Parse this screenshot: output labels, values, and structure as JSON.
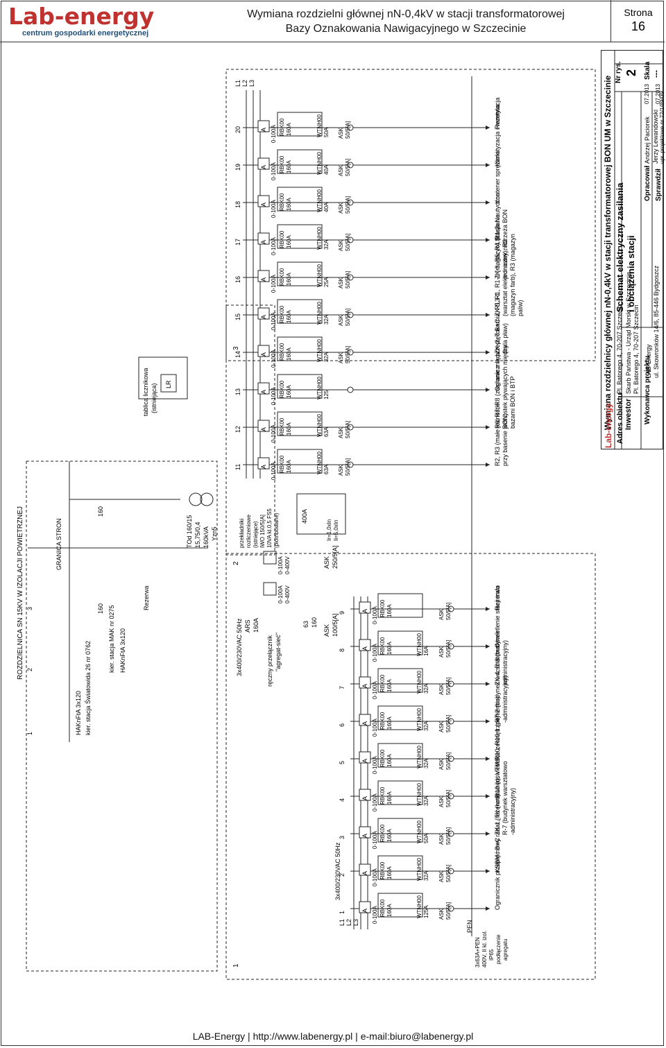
{
  "header": {
    "logo_main": "Lab-energy",
    "logo_sub": "centrum gospodarki energetycznej",
    "title_line1": "Wymiana rozdzielni głównej nN-0,4kV w stacji transformatorowej",
    "title_line2": "Bazy Oznakowania Nawigacyjnego w Szczecinie",
    "page_label": "Strona",
    "page_number": "16"
  },
  "footer": {
    "text": "LAB-Energy | http://www.labenergy.pl | e-mail:biuro@labenergy.pl"
  },
  "diagram": {
    "sn_title": "ROZDZIELNICA SN 15KV W IZOLACJI POWIETRZNEJ",
    "sn_fields": [
      "1",
      "2",
      "3"
    ],
    "sn_cable1": "HAKnFtA 3x120",
    "sn_cable1_dir": "kier. stacja Światowida 26 nr 0762",
    "sn_cable2": "HAKnFtA 3x120",
    "sn_cable2_dir": "kier. stacja MAK nr 0275",
    "sn_reserve": "Rezerwa",
    "granica": "GRANICA STRON",
    "fuse_160a": "160",
    "fuse_160b": "160",
    "transformer": [
      "TOd 160/15",
      "15,75/0,4",
      "160kVA",
      "Yzn5"
    ],
    "meter_board": [
      "tablica licznikowa",
      "(istniejąca)"
    ],
    "lr": "LR",
    "ct_text": [
      "przekładniki",
      "rozliczeniowe",
      "(istniejące)",
      "IWO 150/5[A]",
      "10VA kl.0,5 FS5",
      "(plombowane)"
    ],
    "breaker_400": "400A",
    "breaker_settings": [
      "Ir=1,0xIn",
      "Ii=5,0xIn"
    ],
    "ask_250": [
      "ASK",
      "250/5[A]"
    ],
    "ars": [
      "ARS",
      "160A"
    ],
    "manual_switch": [
      "ręczny przełącznik",
      "\"agregat-sieć\""
    ],
    "supply_left": "3x400/230VAC 50Hz",
    "supply_right": "3x400/230VAC 50Hz",
    "fuse_63": [
      "63",
      "160"
    ],
    "ask_100": [
      "ASK",
      "100/5[A]"
    ],
    "voltmeter": [
      "0-100A",
      "0-400V"
    ],
    "voltmeter2": [
      "0-100A",
      "0-400V"
    ],
    "sections": [
      "1",
      "2",
      "3"
    ],
    "bus_labels": [
      "L1",
      "L2",
      "L3"
    ],
    "pen": "PEN",
    "generator": [
      "3x63A+PEN",
      "400V, II kl. izol.",
      "IP65",
      "podłączenie",
      "agregatu"
    ],
    "circuits_s1": [
      {
        "num": "1",
        "rbk": [
          "RBK00",
          "160A"
        ],
        "wt": [
          "WTNH00",
          "125A"
        ],
        "ask": [
          "ASK",
          "50/5[A]"
        ],
        "load": [
          "Ogranicznik przepięć B+C"
        ]
      },
      {
        "num": "2",
        "rbk": [
          "RBK00",
          "160A"
        ],
        "wt": [
          "WTNH00",
          "32A"
        ],
        "ask": [
          "ASK",
          "50/5[A]"
        ],
        "load": [
          "KSBM nowy radar (rezerwa)"
        ]
      },
      {
        "num": "3",
        "rbk": [
          "RBK00",
          "160A"
        ],
        "wt": [
          "WTNH00",
          "50A"
        ],
        "ask": [
          "ASK",
          "50/5[A]"
        ],
        "load": [
          "ZK-1, TK (kotłownia), VTMS,",
          "R-7 (budynek warsztatowo",
          "-administracyjny)"
        ]
      },
      {
        "num": "4",
        "rbk": [
          "RBK00",
          "160A"
        ],
        "wt": [
          "WTNH00",
          "32A"
        ],
        "ask": [
          "ASK",
          "50/5[A]"
        ],
        "load": [
          "R10 (oświetlenie zewnętrzne)"
        ]
      },
      {
        "num": "5",
        "rbk": [
          "RBK00",
          "160A"
        ],
        "wt": [
          "WTNH00",
          "32A"
        ],
        "ask": [
          "ASK",
          "50/5[A]"
        ],
        "load": [
          "R10, R10-1 (portiernia)"
        ]
      },
      {
        "num": "6",
        "rbk": [
          "RBK00",
          "160A"
        ],
        "wt": [
          "WTNH00",
          "32A"
        ],
        "ask": [
          "ASK",
          "50/5[A]"
        ],
        "load": [
          "R7-2 (budynek warsztatowo",
          "-administracyjny)"
        ]
      },
      {
        "num": "7",
        "rbk": [
          "RBK00",
          "160A"
        ],
        "wt": [
          "WTNH00",
          "32A"
        ],
        "ask": [
          "ASK",
          "50/5[A]"
        ],
        "load": [
          "ZK-4, R-8 (budynek",
          "administracyjny)"
        ]
      },
      {
        "num": "8",
        "rbk": [
          "RBK00",
          "160A"
        ],
        "wt": [
          "WTNH00",
          "16A"
        ],
        "ask": [
          "ASK",
          "50/5[A]"
        ],
        "load": [
          "Oświetlenie stacji trafo"
        ]
      },
      {
        "num": "9",
        "rbk": [
          "RBK00",
          "160A"
        ],
        "wt": [
          "",
          ""
        ],
        "ask": [
          "ASK",
          "50/5[A]"
        ],
        "load": [
          "Rezerwa"
        ]
      }
    ],
    "circuits_s3": [
      {
        "num": "11",
        "rbk": [
          "RBK00",
          "160A"
        ],
        "wt": [
          "WTNH00",
          "63A"
        ],
        "ask": [
          "ASK",
          "50/5[A]"
        ],
        "load": [
          "R2, R3 (małe jednostki",
          "przy basenie BON)"
        ]
      },
      {
        "num": "12",
        "rbk": [
          "RBK00",
          "160A"
        ],
        "wt": [
          "WTNH00",
          "63A"
        ],
        "ask": [
          "ASK",
          "50/5[A]"
        ],
        "load": [
          "R6, R7, R8 (zasilanie z lądu",
          "jednostek pływających między",
          "bazami BON i BTP"
        ]
      },
      {
        "num": "13",
        "rbk": [
          "RBK00",
          "160A"
        ],
        "wt": [
          "WTNH00",
          "125"
        ],
        "ask": [
          "",
          ""
        ],
        "load": [
          "Ogranicznik przepięć B+C"
        ]
      },
      {
        "num": "14",
        "rbk": [
          "RBK00",
          "160A"
        ],
        "wt": [
          "WTNH00",
          "32A"
        ],
        "ask": [
          "ASK",
          "50/5[A]"
        ],
        "load": [
          "ZK-2, Tokarnia, R13-1",
          "(hala pław)"
        ]
      },
      {
        "num": "15",
        "rbk": [
          "RBK00",
          "160A"
        ],
        "wt": [
          "WTNH00",
          "32A"
        ],
        "ask": [
          "ASK",
          "50/5[A]"
        ],
        "load": [
          "ZK-5, R1, R1-1 (magazyn), R1-2",
          "(warsztat elektroniczny), R2",
          "(magazyn farb), R3 (magazyn",
          "paliw)"
        ]
      },
      {
        "num": "16",
        "rbk": [
          "RBK00",
          "160A"
        ],
        "wt": [
          "WTNH00",
          "25A"
        ],
        "ask": [
          "ASK",
          "50/5[A]"
        ],
        "load": [
          "ZK-3, R5, R4 (zasilanie",
          "jednostek nabrzeża BON"
        ]
      },
      {
        "num": "17",
        "rbk": [
          "RBK00",
          "160A"
        ],
        "wt": [
          "WTNH00",
          "32A"
        ],
        "ask": [
          "ASK",
          "50/5[A]"
        ],
        "load": [
          "Stacja Nautyczna"
        ]
      },
      {
        "num": "18",
        "rbk": [
          "RBK00",
          "160A"
        ],
        "wt": [
          "WTNH00",
          "40A"
        ],
        "ask": [
          "ASK",
          "50/5[A]"
        ],
        "load": [
          "Kontener sprężarki"
        ]
      },
      {
        "num": "19",
        "rbk": [
          "RBK00",
          "160A"
        ],
        "wt": [
          "WTNH00",
          "40A"
        ],
        "ask": [
          "ASK",
          "50/5[A]"
        ],
        "load": [
          "Klimatyzacja i wentylacja"
        ]
      },
      {
        "num": "20",
        "rbk": [
          "RBK00",
          "160A"
        ],
        "wt": [
          "WTNH00",
          "50A"
        ],
        "ask": [
          "ASK",
          "50/5[A]"
        ],
        "load": [
          "Rezerwa"
        ]
      }
    ],
    "ammeter_range": "0-100A",
    "ammeter_symbol": "A"
  },
  "titleblock": {
    "project": "Wymiana rozdzielnicy głównej nN-0,4kV w stacji transformatorowej BON UM w Szczecinie",
    "address_label": "Adres obiektu",
    "address": "Pl. Batorego 4, 70-207 Szczecin",
    "investor_label": "Inwestor",
    "investor1": "Skarb Państwa - Urząd Morski w Szczecinie",
    "investor2": "Pl. Batorego 4, 70-207 Szczecin",
    "contractor_label": "Wykonawca projektu",
    "contractor1": "LAB-Energy",
    "contractor2": "ul. Skowronków 14/6, 85-446 Bydgoszcz",
    "drawing_title1": "Schemat elektryczny zasilania",
    "drawing_title2": "i obciążenia stacji",
    "drawing_no_label": "Nr rys.",
    "drawing_no": "2",
    "scale_label": "Skala",
    "scale": "---",
    "prepared_label": "Opracował",
    "prepared": "Andrzej Paciorek",
    "checked_label": "Sprawdził",
    "checked": "Jerzy Lewandowski",
    "checked_note": "upr. projektowe nr 72/1/89/05",
    "date1": "07.2013",
    "date2": "07.2013",
    "logo": "Lab-energy"
  }
}
